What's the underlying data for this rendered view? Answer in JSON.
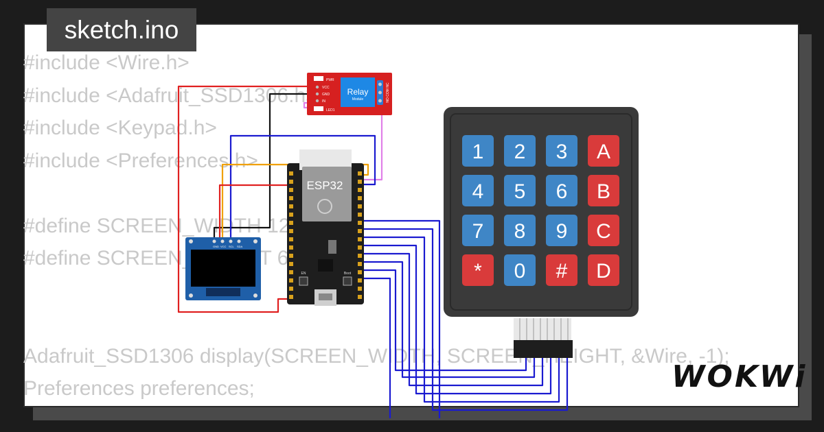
{
  "file_tab": {
    "label": "sketch.ino"
  },
  "code_lines": [
    "#include <Wire.h>",
    "#include <Adafruit_SSD1306.h>",
    "#include <Keypad.h>",
    "#include <Preferences.h>",
    "",
    "#define SCREEN_WIDTH 128",
    "#define SCREEN_HEIGHT 64",
    "",
    "",
    "Adafruit_SSD1306 display(SCREEN_WIDTH, SCREEN_HEIGHT, &Wire, -1);",
    "Preferences preferences;"
  ],
  "relay": {
    "title": "Relay",
    "subtitle": "Module",
    "pins": [
      "VCC",
      "GND",
      "IN"
    ],
    "leds": [
      "PWR",
      "LED1"
    ],
    "contacts": "NO COM NC"
  },
  "esp32": {
    "label": "ESP32",
    "button_left": "EN",
    "button_right": "Boot"
  },
  "oled": {
    "pins": [
      "GND",
      "VCC",
      "SCL",
      "SDA"
    ]
  },
  "keypad": {
    "keys": [
      [
        "1",
        "2",
        "3",
        "A"
      ],
      [
        "4",
        "5",
        "6",
        "B"
      ],
      [
        "7",
        "8",
        "9",
        "C"
      ],
      [
        "*",
        "0",
        "#",
        "D"
      ]
    ],
    "colors": {
      "number_key": "#3f86c6",
      "letter_key": "#d93b3b",
      "body": "#3a3a3a"
    }
  },
  "brand": {
    "text": "WOKWi"
  },
  "colors": {
    "wire_red": "#e02020",
    "wire_black": "#111111",
    "wire_blue": "#1a1ad0",
    "wire_orange": "#f0a000",
    "wire_violet": "#e080e8",
    "board": "#1e1e1e",
    "relay_board": "#d62020"
  }
}
